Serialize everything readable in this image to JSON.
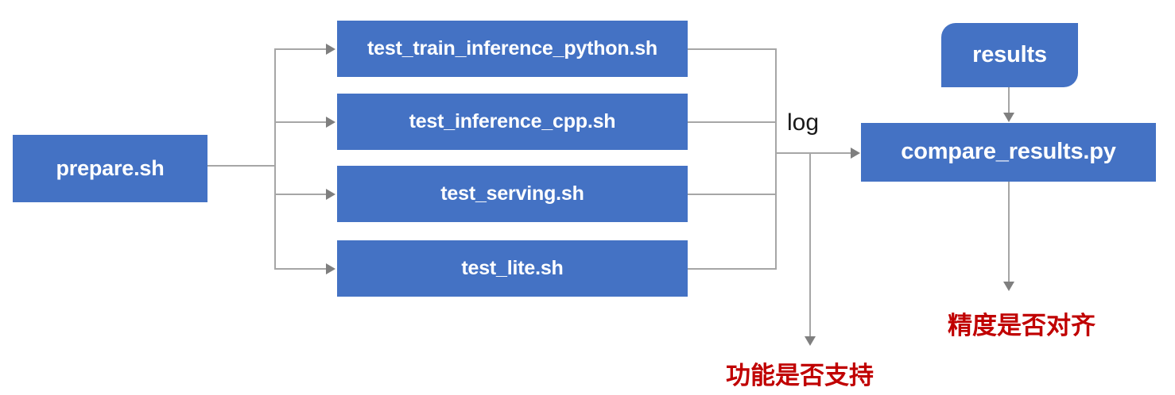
{
  "diagram": {
    "title": "Test pipeline flow",
    "colors": {
      "node_fill": "#4472C4",
      "node_text": "#FFFFFF",
      "connector": "#A6A6A6",
      "arrow_head": "#7F7F7F",
      "note_red": "#C00000",
      "background": "#FFFFFF"
    },
    "nodes": {
      "prepare": "prepare.sh",
      "test_train_inference_python": "test_train_inference_python.sh",
      "test_inference_cpp": "test_inference_cpp.sh",
      "test_serving": "test_serving.sh",
      "test_lite": "test_lite.sh",
      "results": "results",
      "compare_results": "compare_results.py"
    },
    "edge_labels": {
      "log": "log"
    },
    "notes": {
      "function_supported": "功能是否支持",
      "precision_aligned": "精度是否对齐"
    }
  }
}
